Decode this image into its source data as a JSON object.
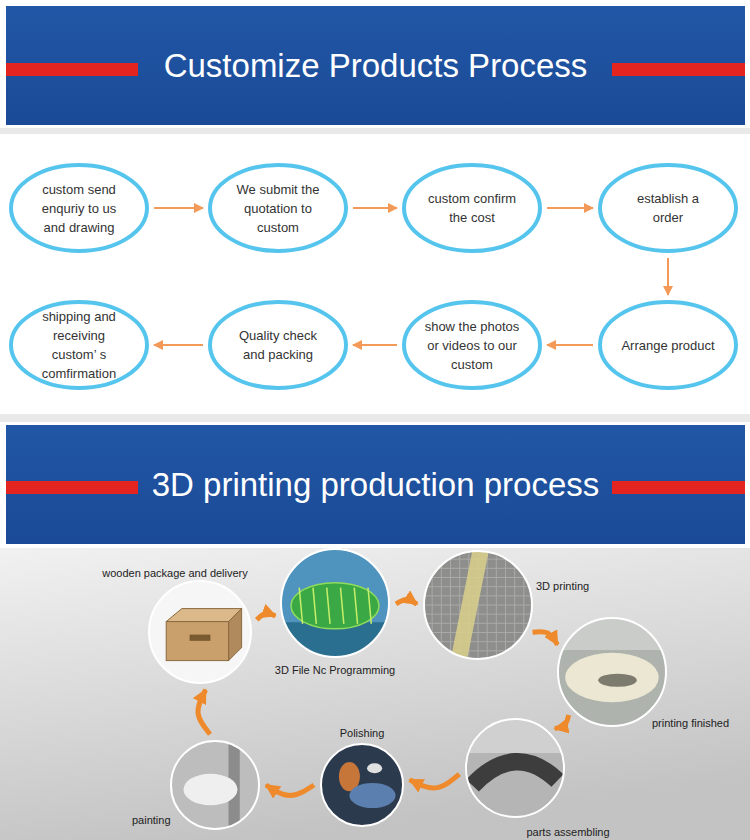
{
  "diagram": {
    "nodes": [
      {
        "text": [
          "Customize Products Process"
        ]
      },
      {
        "text": [
          "custom send enquriy to us and drawing"
        ]
      },
      {
        "text": [
          "We submit the quotation to custom"
        ]
      },
      {
        "text": [
          "custom confirm the cost"
        ]
      },
      {
        "text": [
          "establish a order"
        ]
      },
      {
        "text": [
          "Arrange product"
        ]
      },
      {
        "text": [
          "show the photos or videos to our custom"
        ]
      },
      {
        "text": [
          "Quality check and packing"
        ]
      },
      {
        "text": [
          "shipping and receiving custom’ s comfirmation"
        ]
      },
      {
        "text": [
          "3D printing production process"
        ]
      },
      {
        "text": [
          "3D File Nc Programming"
        ]
      },
      {
        "text": [
          "3D printing"
        ]
      },
      {
        "text": [
          "printing finished"
        ]
      },
      {
        "text": [
          "parts assembling"
        ]
      },
      {
        "text": [
          "Polishing"
        ]
      },
      {
        "text": [
          "painting"
        ]
      },
      {
        "text": [
          "wooden package and delivery"
        ]
      }
    ],
    "edges": [
      {
        "from": 1,
        "to": 2,
        "arrow": "to"
      },
      {
        "from": 2,
        "to": 3,
        "arrow": "to"
      },
      {
        "from": 3,
        "to": 4,
        "arrow": "to"
      },
      {
        "from": 4,
        "to": 5,
        "arrow": "to"
      },
      {
        "from": 5,
        "to": 6,
        "arrow": "to"
      },
      {
        "from": 6,
        "to": 7,
        "arrow": "to"
      },
      {
        "from": 7,
        "to": 8,
        "arrow": "to"
      },
      {
        "from": 10,
        "to": 11,
        "arrow": "to"
      },
      {
        "from": 11,
        "to": 12,
        "arrow": "to"
      },
      {
        "from": 12,
        "to": 13,
        "arrow": "to"
      },
      {
        "from": 13,
        "to": 14,
        "arrow": "to"
      },
      {
        "from": 14,
        "to": 15,
        "arrow": "to"
      },
      {
        "from": 15,
        "to": 16,
        "arrow": "to"
      },
      {
        "from": 16,
        "to": 10,
        "arrow": "to"
      }
    ]
  }
}
